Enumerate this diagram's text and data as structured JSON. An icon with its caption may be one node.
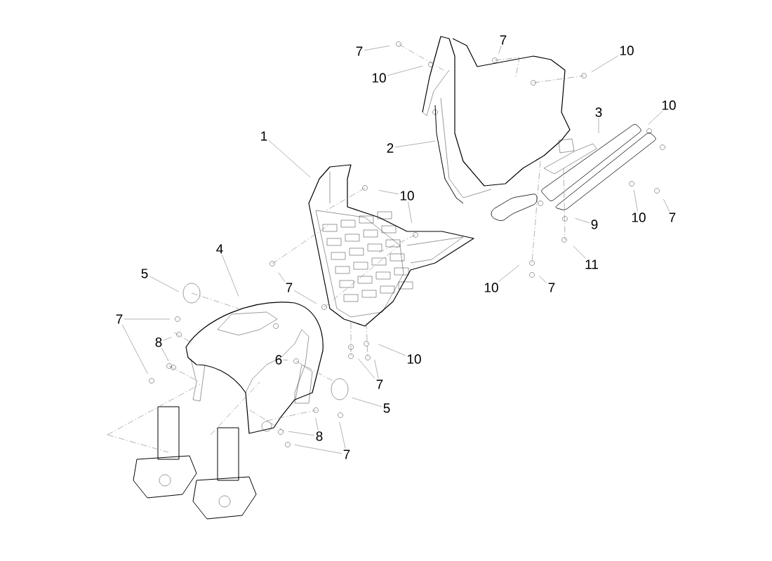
{
  "diagram": {
    "nodes": [
      {
        "text": [
          "7"
        ]
      },
      {
        "text": [
          "10"
        ]
      },
      {
        "text": [
          "7"
        ]
      },
      {
        "text": [
          "10"
        ]
      },
      {
        "text": [
          "3"
        ]
      },
      {
        "text": [
          "10"
        ]
      },
      {
        "text": [
          "2"
        ]
      },
      {
        "text": [
          "1"
        ]
      },
      {
        "text": [
          "10"
        ]
      },
      {
        "text": [
          "10"
        ]
      },
      {
        "text": [
          "7"
        ]
      },
      {
        "text": [
          "9"
        ]
      },
      {
        "text": [
          "11"
        ]
      },
      {
        "text": [
          "10"
        ]
      },
      {
        "text": [
          "7"
        ]
      },
      {
        "text": [
          "7"
        ]
      },
      {
        "text": [
          "4"
        ]
      },
      {
        "text": [
          "5"
        ]
      },
      {
        "text": [
          "7"
        ]
      },
      {
        "text": [
          "8"
        ]
      },
      {
        "text": [
          "6"
        ]
      },
      {
        "text": [
          "10"
        ]
      },
      {
        "text": [
          "7"
        ]
      },
      {
        "text": [
          "5"
        ]
      },
      {
        "text": [
          "8"
        ]
      },
      {
        "text": [
          "7"
        ]
      }
    ],
    "edges": [
      {
        "from": 0,
        "to": null,
        "arrow": "none"
      },
      {
        "from": 1,
        "to": null,
        "arrow": "none"
      },
      {
        "from": 2,
        "to": null,
        "arrow": "none"
      },
      {
        "from": 3,
        "to": null,
        "arrow": "none"
      },
      {
        "from": 4,
        "to": null,
        "arrow": "none"
      },
      {
        "from": 5,
        "to": null,
        "arrow": "none"
      },
      {
        "from": 6,
        "to": null,
        "arrow": "none"
      },
      {
        "from": 7,
        "to": null,
        "arrow": "none"
      },
      {
        "from": 8,
        "to": null,
        "arrow": "none"
      },
      {
        "from": 8,
        "to": null,
        "arrow": "none"
      },
      {
        "from": 9,
        "to": null,
        "arrow": "none"
      },
      {
        "from": 10,
        "to": null,
        "arrow": "none"
      },
      {
        "from": 11,
        "to": null,
        "arrow": "none"
      },
      {
        "from": 12,
        "to": null,
        "arrow": "none"
      },
      {
        "from": 13,
        "to": null,
        "arrow": "none"
      },
      {
        "from": 14,
        "to": null,
        "arrow": "none"
      },
      {
        "from": 15,
        "to": null,
        "arrow": "none"
      },
      {
        "from": 15,
        "to": null,
        "arrow": "none"
      },
      {
        "from": 16,
        "to": null,
        "arrow": "none"
      },
      {
        "from": 17,
        "to": null,
        "arrow": "none"
      },
      {
        "from": 18,
        "to": null,
        "arrow": "none"
      },
      {
        "from": 18,
        "to": null,
        "arrow": "none"
      },
      {
        "from": 19,
        "to": null,
        "arrow": "none"
      },
      {
        "from": 19,
        "to": null,
        "arrow": "none"
      },
      {
        "from": 20,
        "to": null,
        "arrow": "none"
      },
      {
        "from": 21,
        "to": null,
        "arrow": "none"
      },
      {
        "from": 22,
        "to": null,
        "arrow": "none"
      },
      {
        "from": 22,
        "to": null,
        "arrow": "none"
      },
      {
        "from": 23,
        "to": null,
        "arrow": "none"
      },
      {
        "from": 24,
        "to": null,
        "arrow": "none"
      },
      {
        "from": 24,
        "to": null,
        "arrow": "none"
      },
      {
        "from": 25,
        "to": null,
        "arrow": "none"
      },
      {
        "from": 25,
        "to": null,
        "arrow": "none"
      }
    ]
  }
}
